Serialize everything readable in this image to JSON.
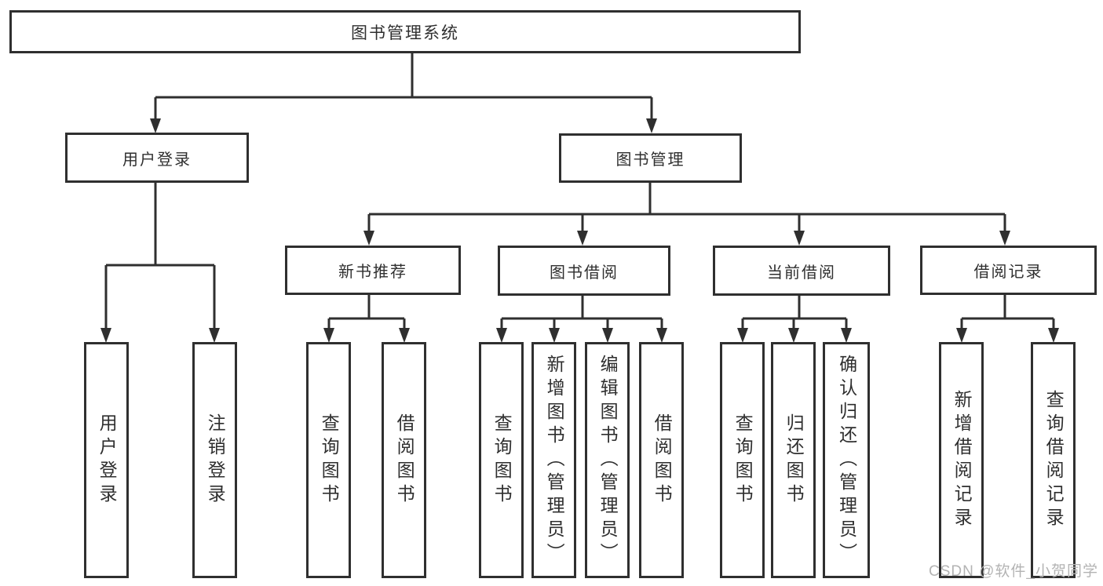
{
  "diagram": {
    "root": {
      "label": "图书管理系统"
    },
    "branches": [
      {
        "label": "用户登录",
        "children": [
          {
            "label": "用户登录"
          },
          {
            "label": "注销登录"
          }
        ]
      },
      {
        "label": "图书管理",
        "children": [
          {
            "label": "新书推荐",
            "children": [
              {
                "label": "查询图书"
              },
              {
                "label": "借阅图书"
              }
            ]
          },
          {
            "label": "图书借阅",
            "children": [
              {
                "label": "查询图书"
              },
              {
                "label": "新增图书（管理员）"
              },
              {
                "label": "编辑图书（管理员）"
              },
              {
                "label": "借阅图书"
              }
            ]
          },
          {
            "label": "当前借阅",
            "children": [
              {
                "label": "查询图书"
              },
              {
                "label": "归还图书"
              },
              {
                "label": "确认归还（管理员）"
              }
            ]
          },
          {
            "label": "借阅记录",
            "children": [
              {
                "label": "新增借阅记录"
              },
              {
                "label": "查询借阅记录"
              }
            ]
          }
        ]
      }
    ]
  },
  "watermark": {
    "text": "CSDN @软件_小贺同学"
  },
  "colors": {
    "line": "#2f2f2f",
    "text": "#2f2f2f",
    "box_background": "#ffffff",
    "page_background": "#ffffff",
    "watermark": "#b3b3b3"
  }
}
